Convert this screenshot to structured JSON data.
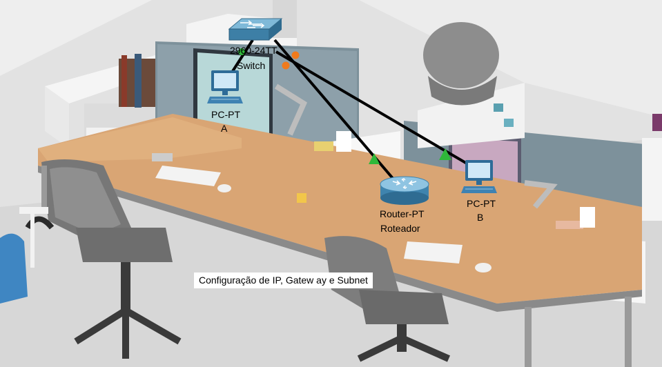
{
  "devices": {
    "switch": {
      "model": "2960-24TT",
      "name": "Switch",
      "icon": "switch-icon"
    },
    "pc_a": {
      "model": "PC-PT",
      "name": "A",
      "icon": "pc-icon"
    },
    "pc_b": {
      "model": "PC-PT",
      "name": "B",
      "icon": "pc-icon"
    },
    "router": {
      "model": "Router-PT",
      "name": "Roteador",
      "icon": "router-icon"
    }
  },
  "note": {
    "text": "Configuração de IP, Gatew ay e Subnet"
  },
  "colors": {
    "link": "#000000",
    "link_up": "#2fb83a",
    "link_down": "#f07a1c",
    "background": "#dcdcdc",
    "desk": "#d9a574",
    "partition": "#7a8f99"
  }
}
